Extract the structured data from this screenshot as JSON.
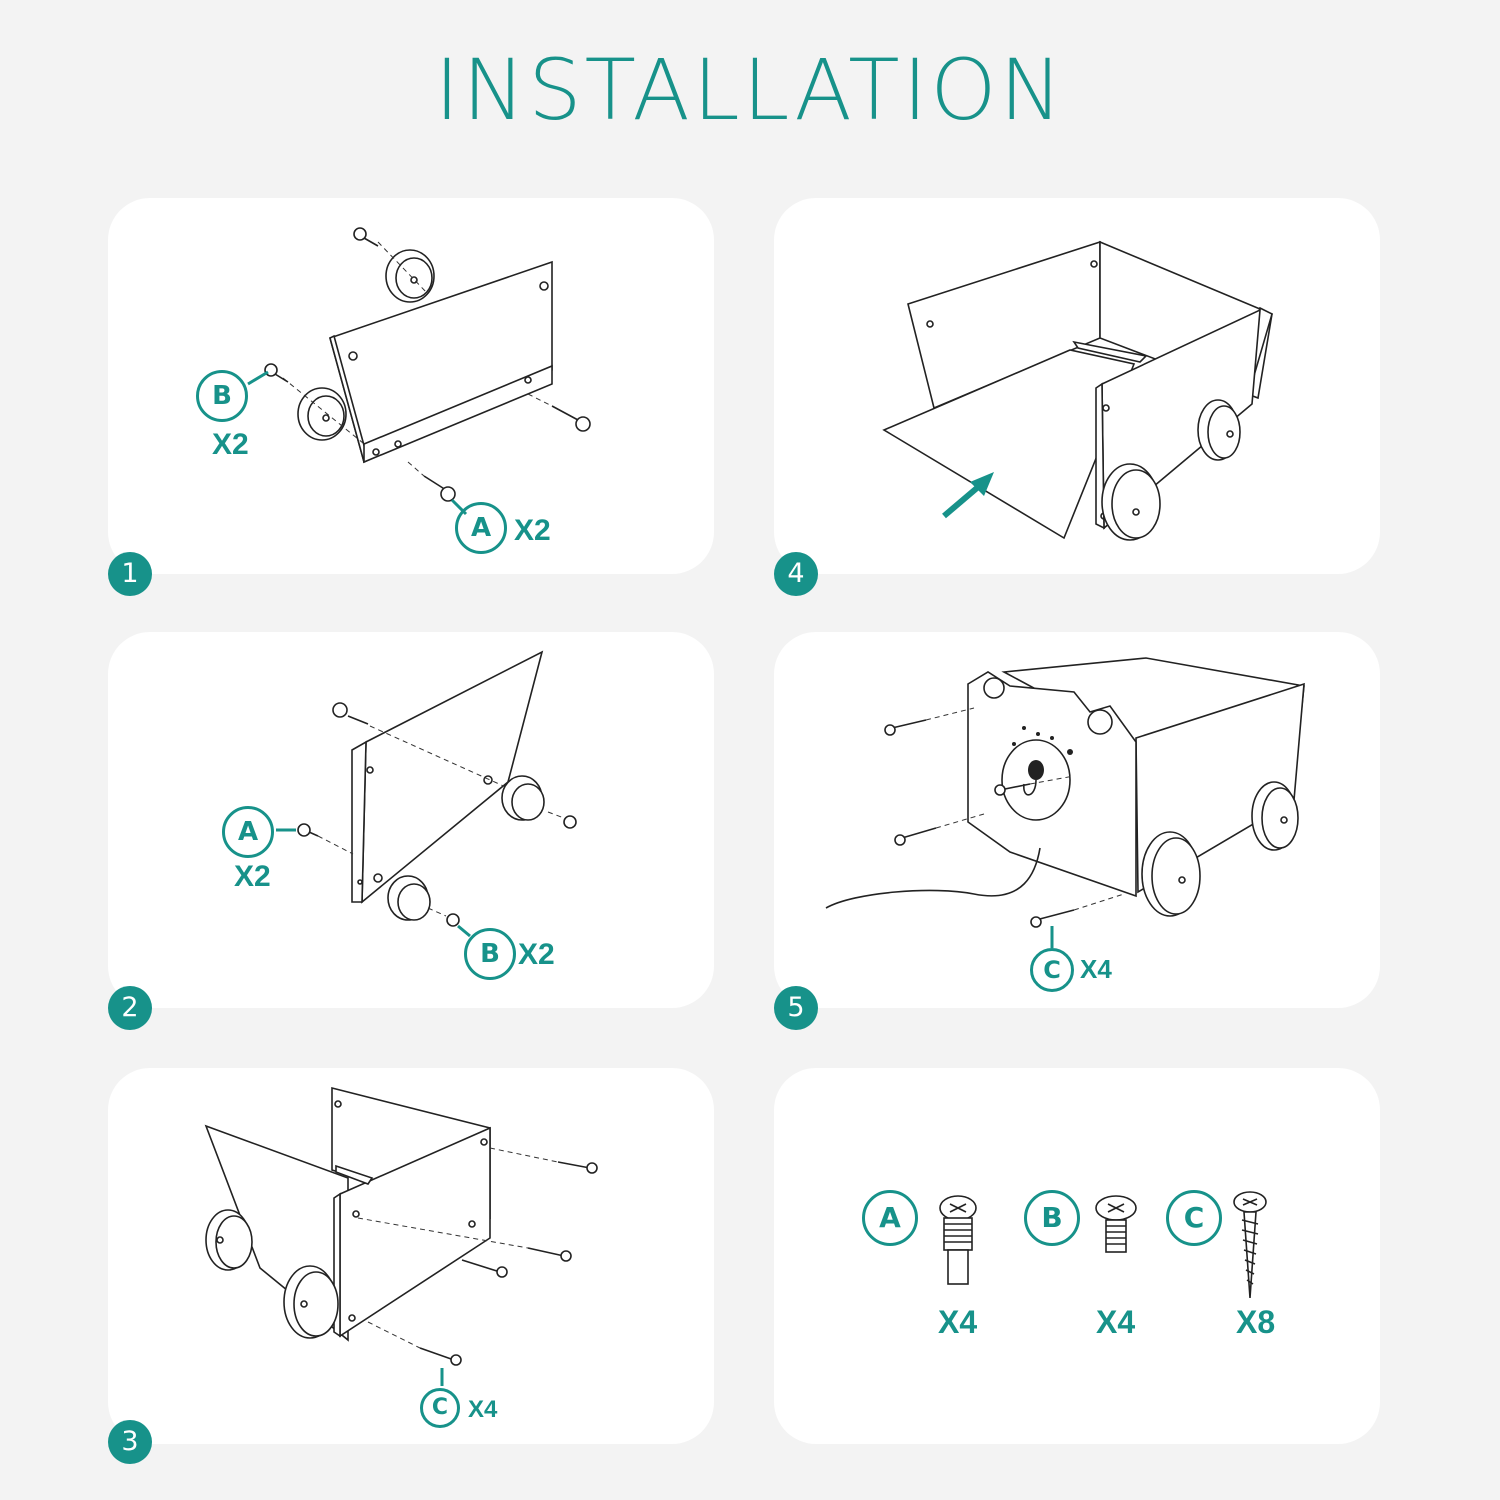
{
  "title": "INSTALLATION",
  "colors": {
    "accent": "#17928a",
    "panel": "#ffffff",
    "background": "#f3f3f3"
  },
  "steps": [
    {
      "number": "1",
      "callouts": [
        {
          "letter": "B",
          "qty": "X2"
        },
        {
          "letter": "A",
          "qty": "X2"
        }
      ]
    },
    {
      "number": "2",
      "callouts": [
        {
          "letter": "A",
          "qty": "X2"
        },
        {
          "letter": "B",
          "qty": "X2"
        }
      ]
    },
    {
      "number": "3",
      "callouts": [
        {
          "letter": "C",
          "qty": "X4"
        }
      ]
    },
    {
      "number": "4",
      "callouts": []
    },
    {
      "number": "5",
      "callouts": [
        {
          "letter": "C",
          "qty": "X4"
        }
      ]
    }
  ],
  "parts": [
    {
      "letter": "A",
      "qty": "X4",
      "icon": "dowel-pin-icon"
    },
    {
      "letter": "B",
      "qty": "X4",
      "icon": "short-bolt-icon"
    },
    {
      "letter": "C",
      "qty": "X8",
      "icon": "wood-screw-icon"
    }
  ]
}
